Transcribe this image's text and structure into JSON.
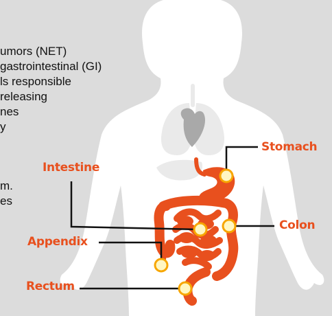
{
  "description_lines": [
    "umors (NET)",
    "gastrointestinal (GI)",
    "ls responsible",
    "releasing",
    "nes",
    "y",
    "",
    "m.",
    "es"
  ],
  "labels": {
    "stomach": "Stomach",
    "intestine": "Intestine",
    "colon": "Colon",
    "appendix": "Appendix",
    "rectum": "Rectum"
  },
  "colors": {
    "background": "#dcdcdc",
    "body": "#ffffff",
    "organs_muted": "#eaeaea",
    "heart": "#a9a9a9",
    "digestive": "#e8501e",
    "label_text": "#e8501e",
    "marker_fill": "#fff7c2",
    "marker_stroke": "#f7a600",
    "leader_line": "#111111",
    "description_text": "#111111"
  }
}
